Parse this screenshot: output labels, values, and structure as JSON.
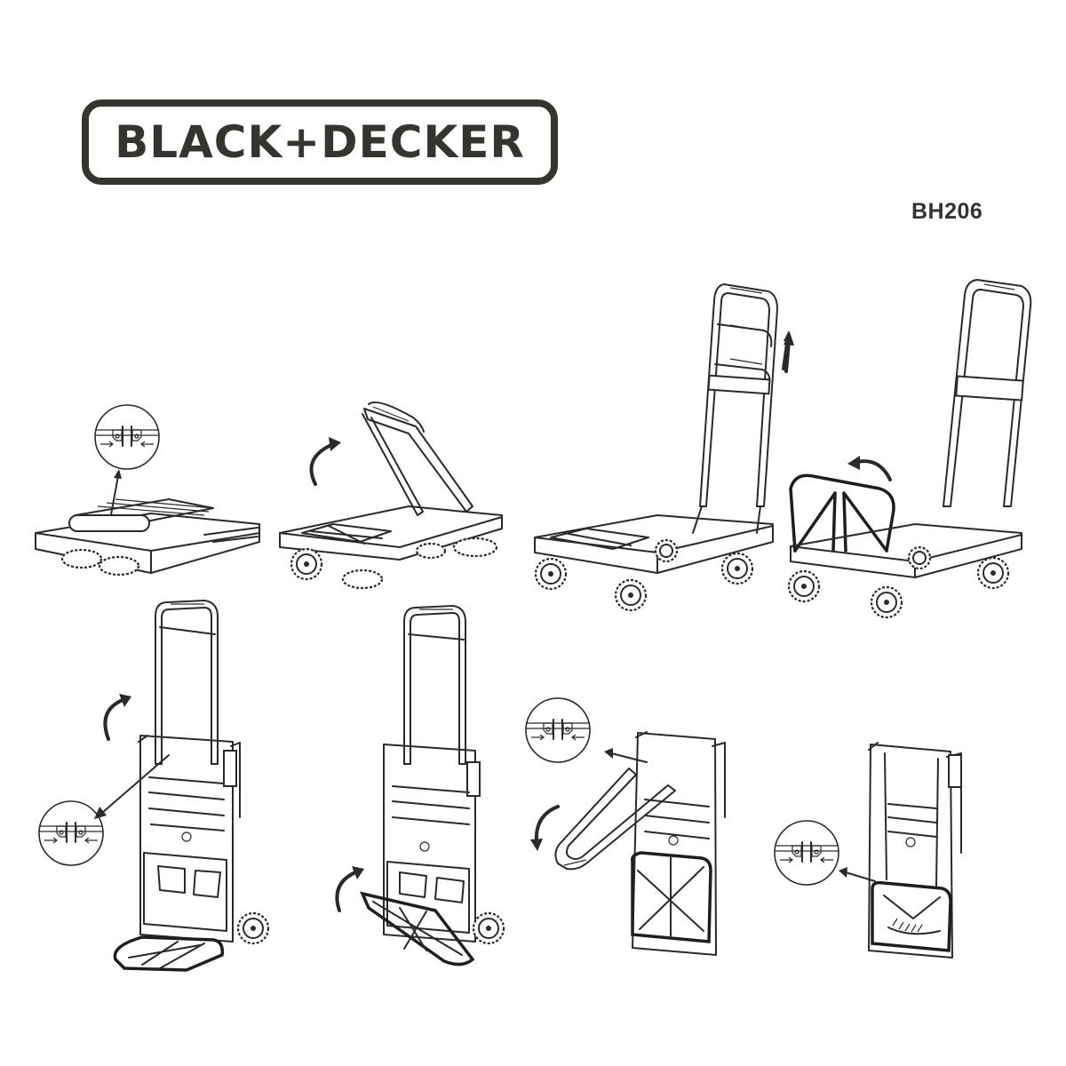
{
  "header": {
    "brand_logo_text": "BLACK+DECKER",
    "model_number": "BH206"
  },
  "colors": {
    "background": "#ffffff",
    "ink": "#2e2f2a",
    "logo_border": "#34352f"
  },
  "steps": [
    {
      "id": 1,
      "description": "Folded platform cart - release latches (detail callout)",
      "callout": "latch-detail",
      "arrow": "straight-up"
    },
    {
      "id": 2,
      "description": "Raise handle from platform",
      "arrow": "curved-up"
    },
    {
      "id": 3,
      "description": "Extend telescoping handle",
      "arrow": "straight-up"
    },
    {
      "id": 4,
      "description": "Raise nose plate to convert",
      "arrow": "curved-left"
    },
    {
      "id": 5,
      "description": "Hand truck mode - fold handle (detail callout)",
      "callout": "latch-detail",
      "arrow": "curved-up"
    },
    {
      "id": 6,
      "description": "Fold nose plate up",
      "arrow": "curved-up"
    },
    {
      "id": 7,
      "description": "Fold handle down (detail callout)",
      "callout": "latch-detail",
      "arrow": "curved-down"
    },
    {
      "id": 8,
      "description": "Fully folded - lock latches (detail callout)",
      "callout": "latch-detail",
      "arrow": "straight-left"
    }
  ]
}
